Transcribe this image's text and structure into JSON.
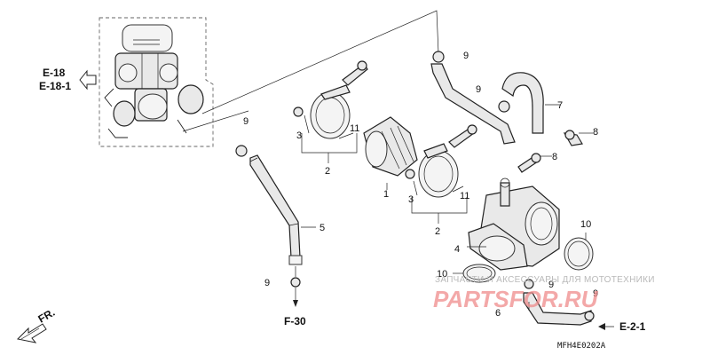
{
  "refs": {
    "e18": "E-18",
    "e18_1": "E-18-1",
    "f30": "F-30",
    "e2_1": "E-2-1",
    "fr": "FR."
  },
  "callouts": {
    "c1": "1",
    "c2a": "2",
    "c2b": "2",
    "c3a": "3",
    "c3b": "3",
    "c4": "4",
    "c5": "5",
    "c6": "6",
    "c7": "7",
    "c8a": "8",
    "c8b": "8",
    "c9a": "9",
    "c9b": "9",
    "c9c": "9",
    "c9d": "9",
    "c9e": "9",
    "c9f": "9",
    "c10a": "10",
    "c10b": "10",
    "c11a": "11",
    "c11b": "11"
  },
  "diagram_code": "MFH4E0202A",
  "watermark": {
    "tagline": "ЗАПЧАСТИ И АКСЕССУАРЫ ДЛЯ МОТОТЕХНИКИ",
    "brand": "PARTSFOR.RU"
  }
}
